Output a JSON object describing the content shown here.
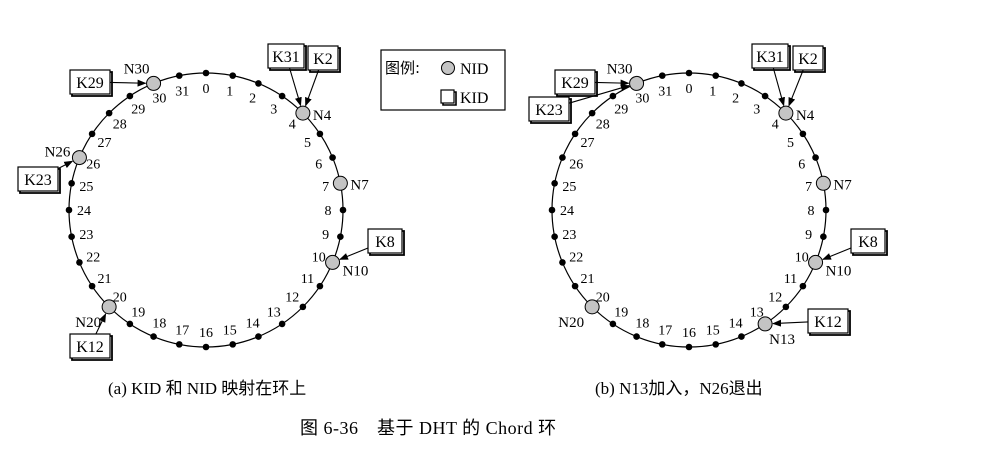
{
  "ring_ids": [
    "0",
    "1",
    "2",
    "3",
    "4",
    "5",
    "6",
    "7",
    "8",
    "9",
    "10",
    "11",
    "12",
    "13",
    "14",
    "15",
    "16",
    "17",
    "18",
    "19",
    "20",
    "21",
    "22",
    "23",
    "24",
    "25",
    "26",
    "27",
    "28",
    "29",
    "30",
    "31"
  ],
  "legend": {
    "title": "图例:",
    "node_label": "NID",
    "key_label": "KID"
  },
  "diagrams": [
    {
      "caption": "(a) KID 和 NID 映射在环上",
      "nodes": [
        {
          "id": 4,
          "label": "N4"
        },
        {
          "id": 7,
          "label": "N7"
        },
        {
          "id": 10,
          "label": "N10"
        },
        {
          "id": 20,
          "label": "N20"
        },
        {
          "id": 26,
          "label": "N26"
        },
        {
          "id": 30,
          "label": "N30"
        }
      ],
      "keys": [
        {
          "label": "K31",
          "target": 4
        },
        {
          "label": "K2",
          "target": 4
        },
        {
          "label": "K8",
          "target": 10
        },
        {
          "label": "K12",
          "target": 20
        },
        {
          "label": "K23",
          "target": 26
        },
        {
          "label": "K29",
          "target": 30
        }
      ]
    },
    {
      "caption": "(b) N13加入，N26退出",
      "nodes": [
        {
          "id": 4,
          "label": "N4"
        },
        {
          "id": 7,
          "label": "N7"
        },
        {
          "id": 10,
          "label": "N10"
        },
        {
          "id": 13,
          "label": "N13"
        },
        {
          "id": 20,
          "label": "N20"
        },
        {
          "id": 30,
          "label": "N30"
        }
      ],
      "keys": [
        {
          "label": "K31",
          "target": 4
        },
        {
          "label": "K2",
          "target": 4
        },
        {
          "label": "K8",
          "target": 10
        },
        {
          "label": "K12",
          "target": 13
        },
        {
          "label": "K23",
          "target": 30
        },
        {
          "label": "K29",
          "target": 30
        }
      ]
    }
  ],
  "figure_title": "图 6-36　基于 DHT 的 Chord 环"
}
